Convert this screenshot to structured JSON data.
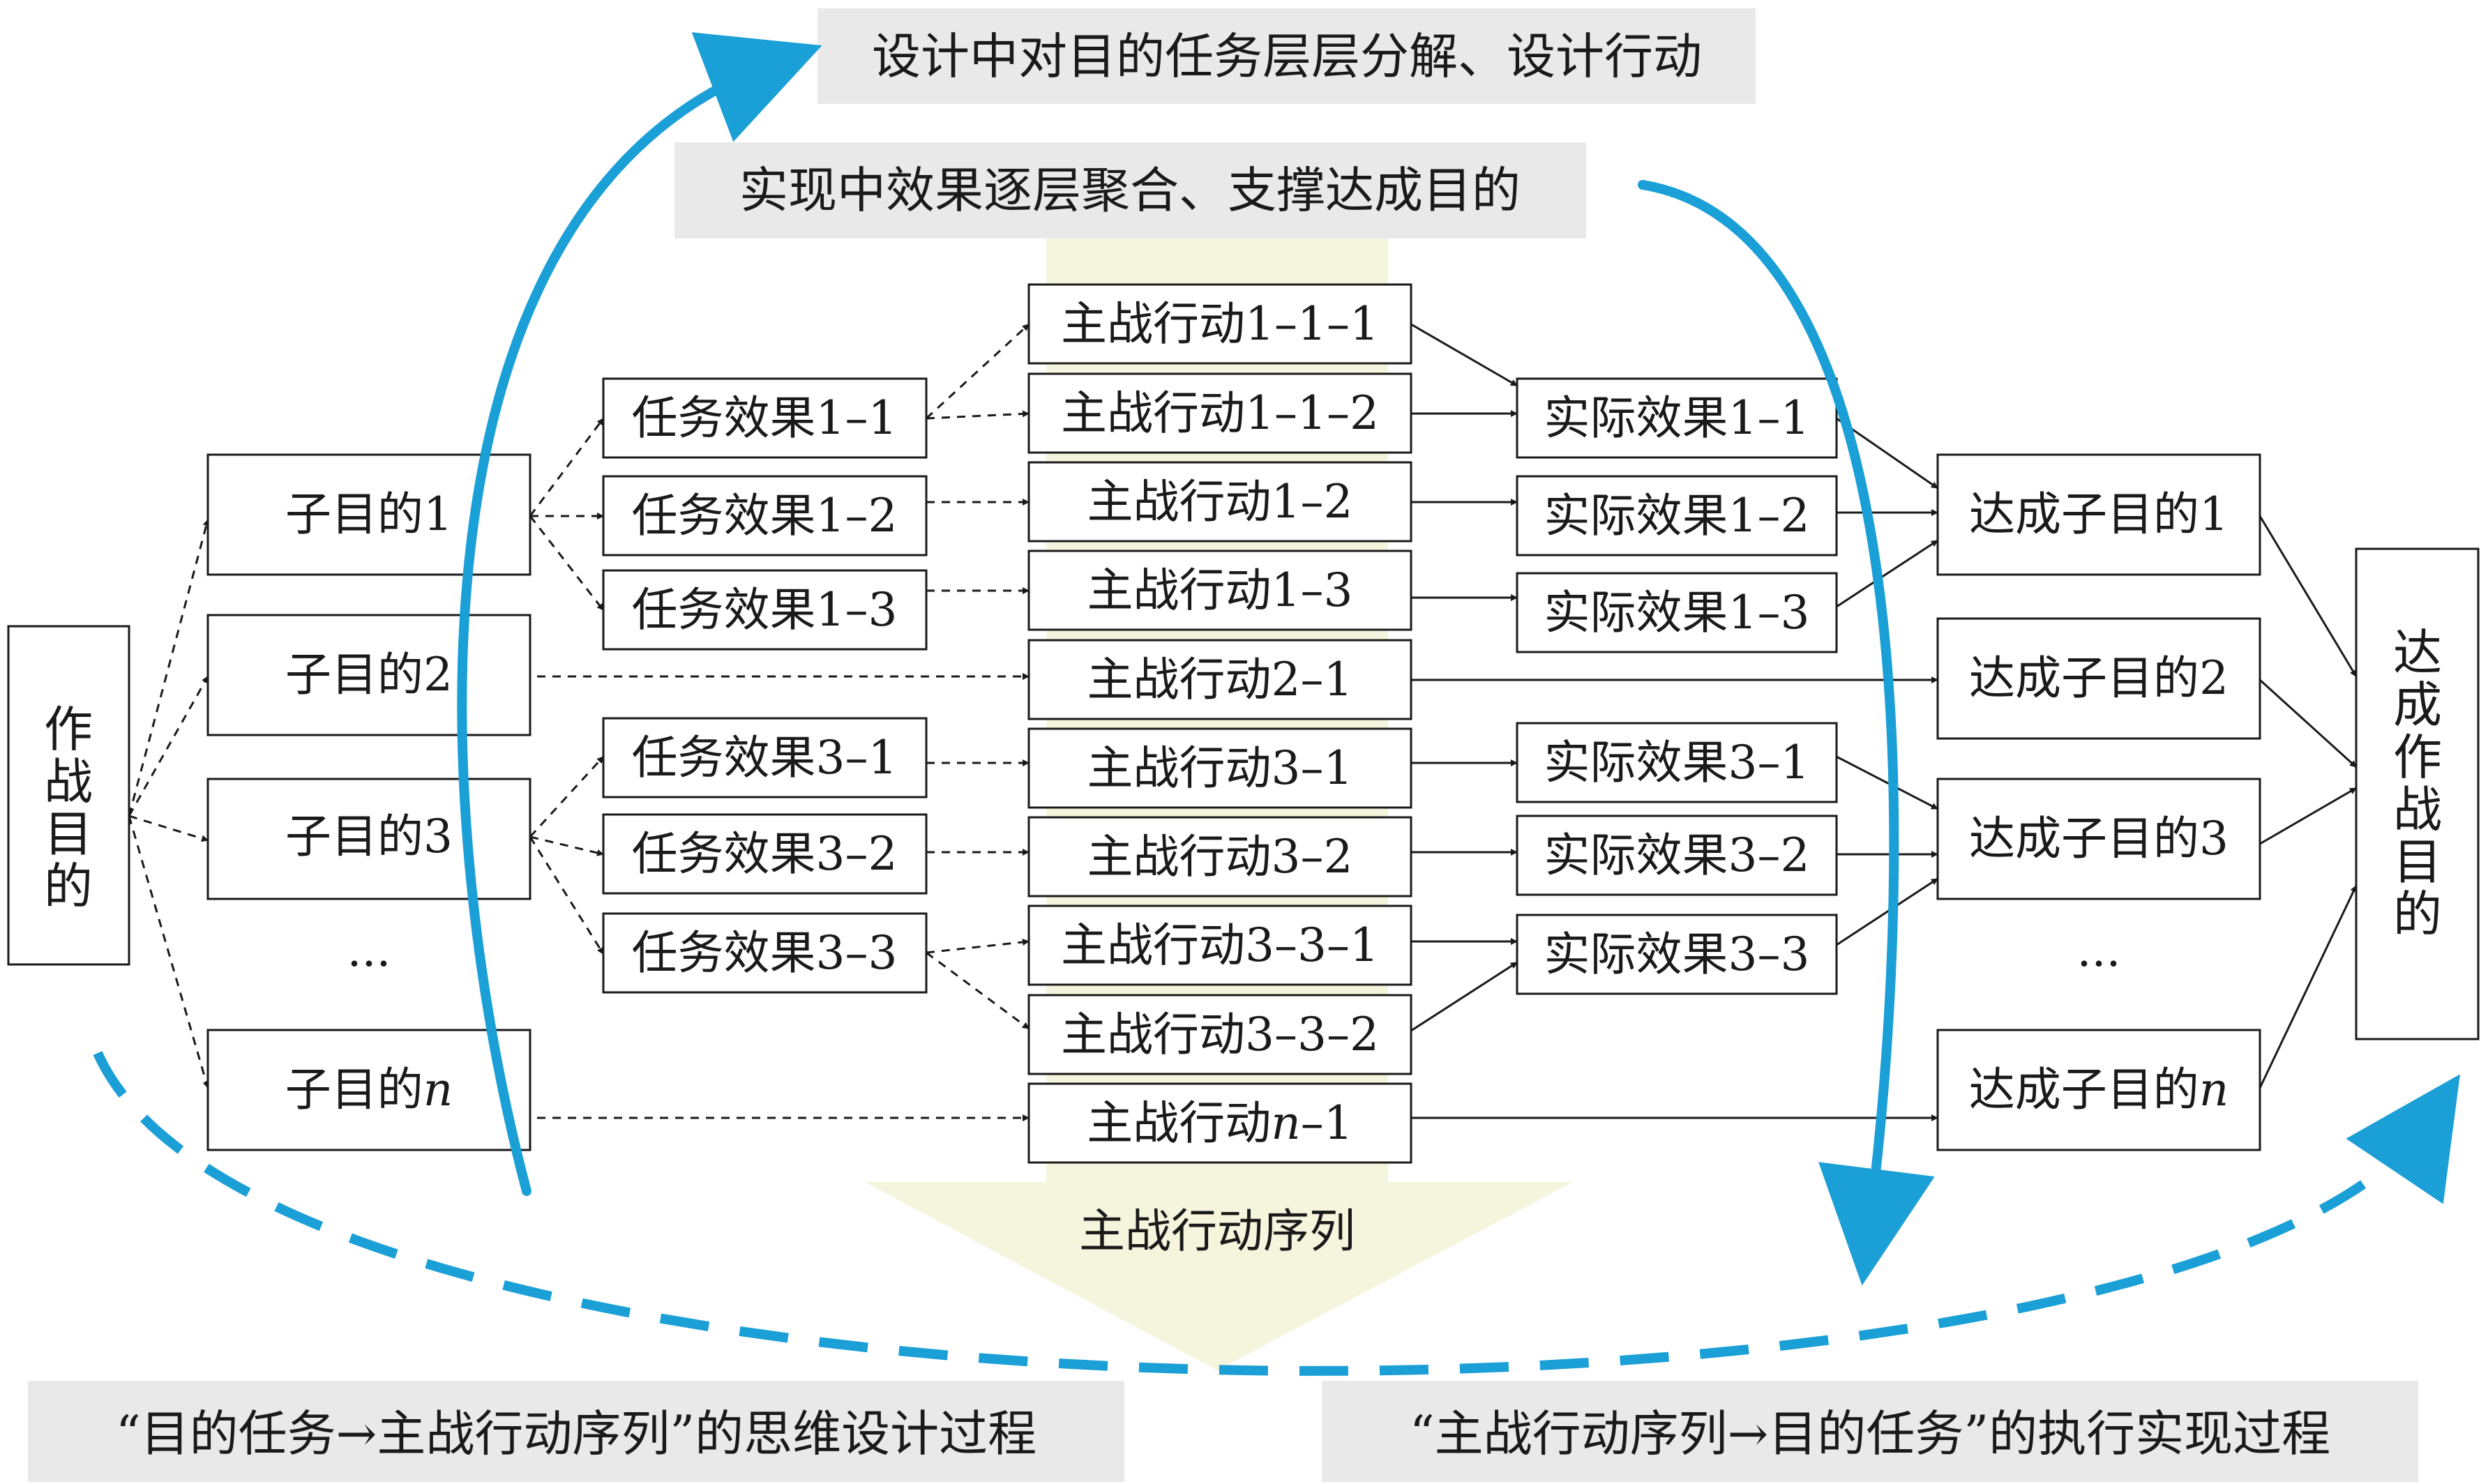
{
  "top_banner_1": "设计中对目的任务层层分解、设计行动",
  "top_banner_2": "实现中效果逐层聚合、支撑达成目的",
  "left_root": [
    "作",
    "战",
    "目",
    "的"
  ],
  "right_root": [
    "达",
    "成",
    "作",
    "战",
    "目",
    "的"
  ],
  "sub_goals": [
    "子目的1",
    "子目的2",
    "子目的3",
    "...",
    "子目的",
    "n"
  ],
  "task_effects": [
    "任务效果1–1",
    "任务效果1–2",
    "任务效果1–3",
    "任务效果3–1",
    "任务效果3–2",
    "任务效果3–3"
  ],
  "actions": [
    "主战行动1–1–1",
    "主战行动1–1–2",
    "主战行动1–2",
    "主战行动1–3",
    "主战行动2–1",
    "主战行动3–1",
    "主战行动3–2",
    "主战行动3–3–1",
    "主战行动3–3–2",
    "主战行动",
    "n",
    "–1"
  ],
  "actual_effects": [
    "实际效果1–1",
    "实际效果1–2",
    "实际效果1–3",
    "实际效果3–1",
    "实际效果3–2",
    "实际效果3–3"
  ],
  "achieved": [
    "达成子目的1",
    "达成子目的2",
    "达成子目的3",
    "...",
    "达成子目的",
    "n"
  ],
  "sequence_label": "主战行动序列",
  "bottom_left": "“目的任务→主战行动序列”的思维设计过程",
  "bottom_right": "“主战行动序列→目的任务”的执行实现过程",
  "colors": {
    "accent_blue": "#1a9fd6",
    "column_band": "#f4f5dc",
    "banner_gray": "#e9e9e9"
  }
}
